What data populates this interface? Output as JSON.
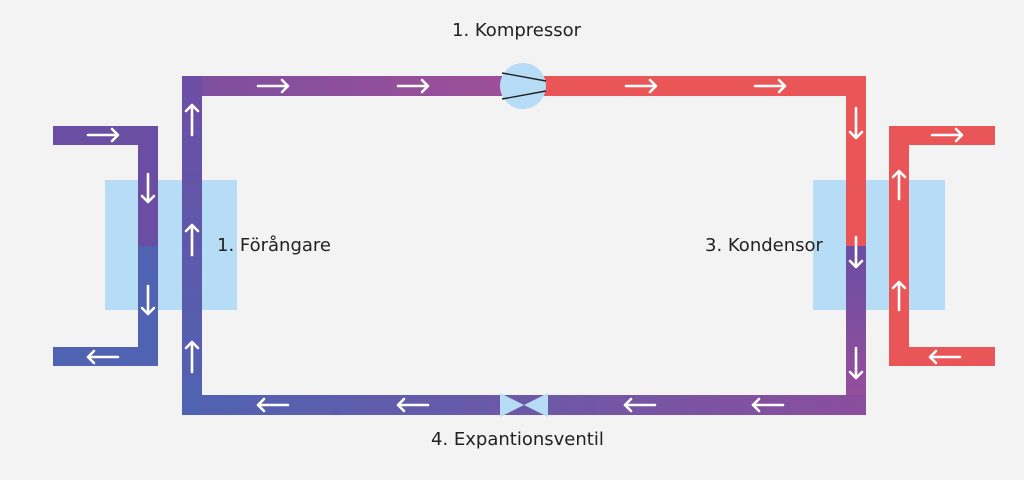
{
  "labels": {
    "compressor": "1. Kompressor",
    "evaporator": "1. Förångare",
    "condenser": "3. Kondensor",
    "expansion_valve": "4. Expantionsventil"
  },
  "colors": {
    "background": "#f3f3f3",
    "hot_pipe": "#ea5557",
    "mid_pipe": "#8e4d9e",
    "cool_pipe": "#6a4ea4",
    "cold_pipe": "#4f63b2",
    "exchanger": "#b7dcf5",
    "component": "#b7dcf5",
    "arrow": "#ffffff"
  }
}
